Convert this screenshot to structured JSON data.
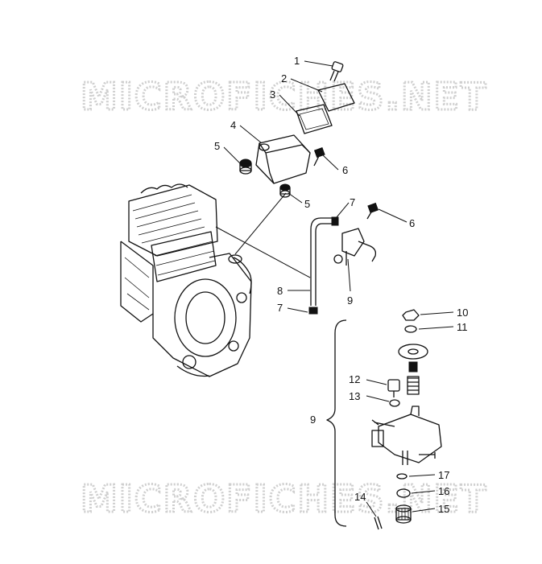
{
  "watermark": {
    "top": "MICROFICHES.NET",
    "bottom": "MICROFICHES.NET"
  },
  "callouts": {
    "c1": "1",
    "c2": "2",
    "c3": "3",
    "c4": "4",
    "c5a": "5",
    "c5b": "5",
    "c6a": "6",
    "c6b": "6",
    "c7a": "7",
    "c7b": "7",
    "c8": "8",
    "c9a": "9",
    "c9b": "9",
    "c10": "10",
    "c11": "11",
    "c12": "12",
    "c13": "13",
    "c14": "14",
    "c15": "15",
    "c16": "16",
    "c17": "17"
  }
}
